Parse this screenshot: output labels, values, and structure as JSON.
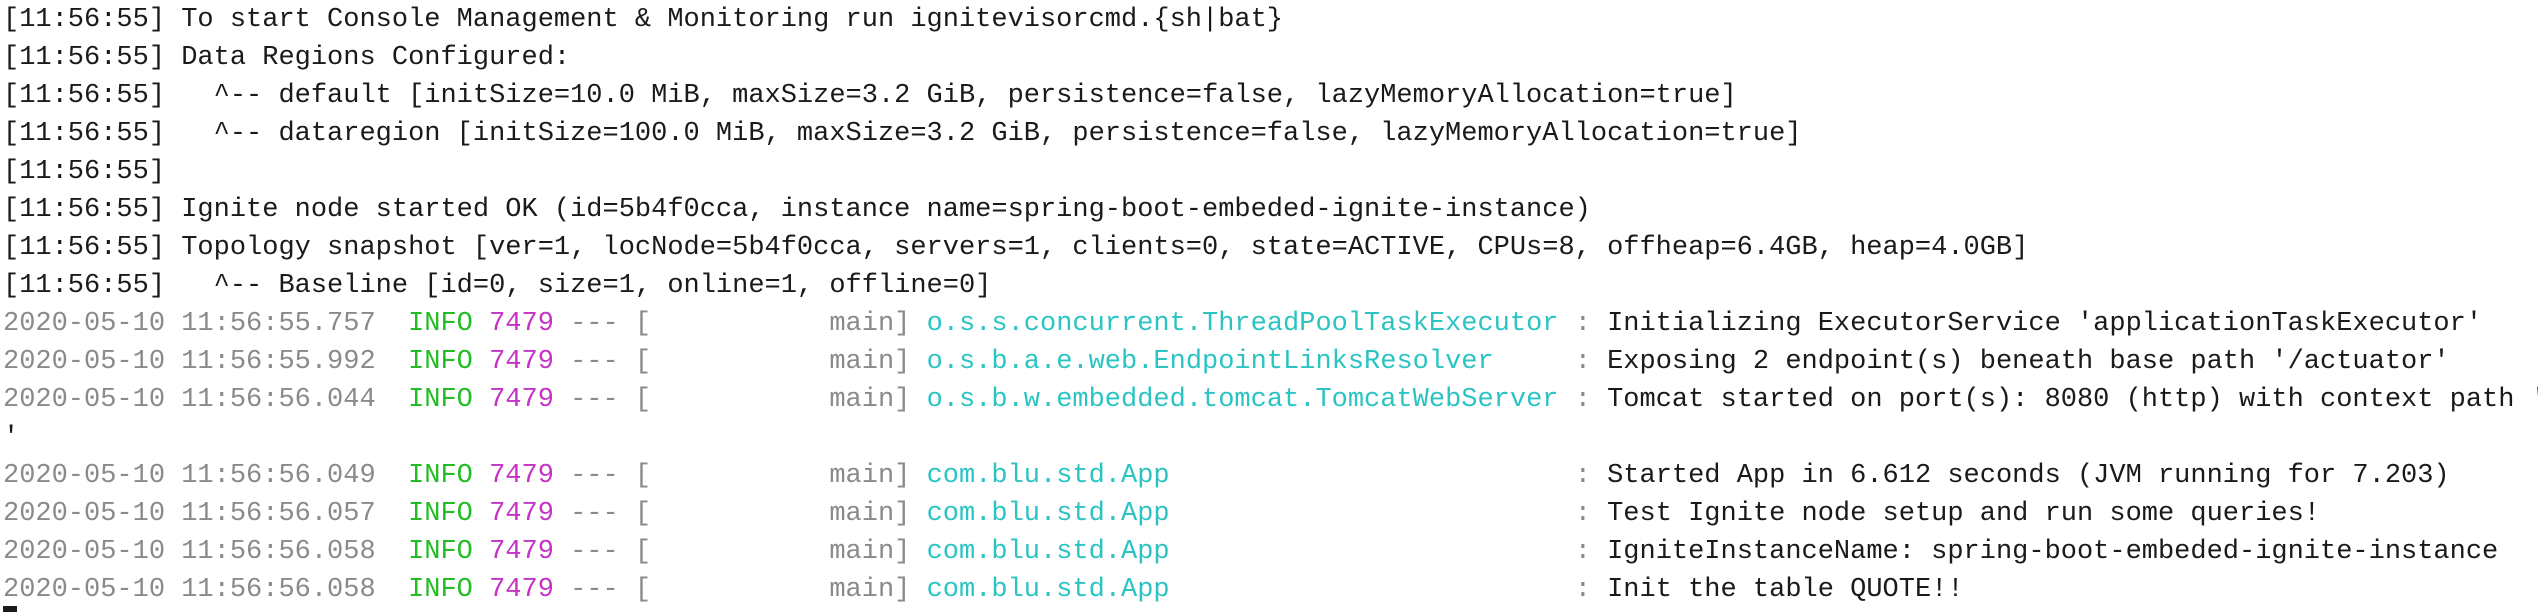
{
  "ignite_lines": [
    {
      "time": "[11:56:55]",
      "text": " To start Console Management & Monitoring run ignitevisorcmd.{sh|bat}"
    },
    {
      "time": "[11:56:55]",
      "text": " Data Regions Configured:"
    },
    {
      "time": "[11:56:55]",
      "text": "   ^-- default [initSize=10.0 MiB, maxSize=3.2 GiB, persistence=false, lazyMemoryAllocation=true]"
    },
    {
      "time": "[11:56:55]",
      "text": "   ^-- dataregion [initSize=100.0 MiB, maxSize=3.2 GiB, persistence=false, lazyMemoryAllocation=true]"
    },
    {
      "time": "[11:56:55]",
      "text": ""
    },
    {
      "time": "[11:56:55]",
      "text": " Ignite node started OK (id=5b4f0cca, instance name=spring-boot-embeded-ignite-instance)"
    },
    {
      "time": "[11:56:55]",
      "text": " Topology snapshot [ver=1, locNode=5b4f0cca, servers=1, clients=0, state=ACTIVE, CPUs=8, offheap=6.4GB, heap=4.0GB]"
    },
    {
      "time": "[11:56:55]",
      "text": "   ^-- Baseline [id=0, size=1, online=1, offline=0]"
    }
  ],
  "log_lines": [
    {
      "timestamp": "2020-05-10 11:56:55.757",
      "level": "INFO",
      "pid": "7479",
      "sep": "---",
      "thread": "[           main]",
      "logger": "o.s.s.concurrent.ThreadPoolTaskExecutor ",
      "colon": ":",
      "message": "Initializing ExecutorService 'applicationTaskExecutor'"
    },
    {
      "timestamp": "2020-05-10 11:56:55.992",
      "level": "INFO",
      "pid": "7479",
      "sep": "---",
      "thread": "[           main]",
      "logger": "o.s.b.a.e.web.EndpointLinksResolver     ",
      "colon": ":",
      "message": "Exposing 2 endpoint(s) beneath base path '/actuator'"
    },
    {
      "timestamp": "2020-05-10 11:56:56.044",
      "level": "INFO",
      "pid": "7479",
      "sep": "---",
      "thread": "[           main]",
      "logger": "o.s.b.w.embedded.tomcat.TomcatWebServer ",
      "colon": ":",
      "message": "Tomcat started on port(s): 8080 (http) with context path '",
      "continuation": "'"
    },
    {
      "timestamp": "2020-05-10 11:56:56.049",
      "level": "INFO",
      "pid": "7479",
      "sep": "---",
      "thread": "[           main]",
      "logger": "com.blu.std.App                         ",
      "colon": ":",
      "message": "Started App in 6.612 seconds (JVM running for 7.203)"
    },
    {
      "timestamp": "2020-05-10 11:56:56.057",
      "level": "INFO",
      "pid": "7479",
      "sep": "---",
      "thread": "[           main]",
      "logger": "com.blu.std.App                         ",
      "colon": ":",
      "message": "Test Ignite node setup and run some queries!"
    },
    {
      "timestamp": "2020-05-10 11:56:56.058",
      "level": "INFO",
      "pid": "7479",
      "sep": "---",
      "thread": "[           main]",
      "logger": "com.blu.std.App                         ",
      "colon": ":",
      "message": "IgniteInstanceName: spring-boot-embeded-ignite-instance"
    },
    {
      "timestamp": "2020-05-10 11:56:56.058",
      "level": "INFO",
      "pid": "7479",
      "sep": "---",
      "thread": "[           main]",
      "logger": "com.blu.std.App                         ",
      "colon": ":",
      "message": "Init the table QUOTE!!"
    }
  ],
  "colors": {
    "timestamp": "#8a8a8a",
    "level_info": "#22bd22",
    "pid": "#c532c5",
    "logger": "#2cc3c3",
    "text": "#1a1a1a"
  }
}
